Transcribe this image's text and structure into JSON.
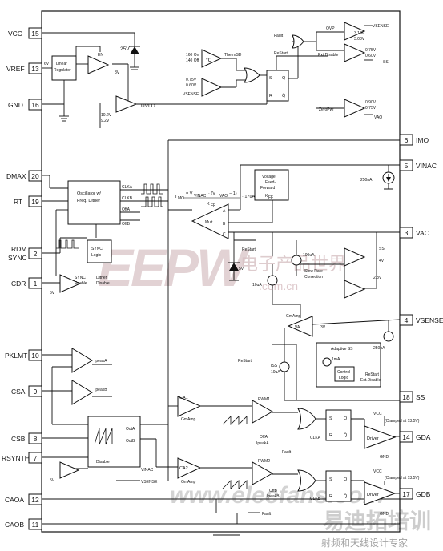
{
  "pins_left": [
    {
      "name": "VCC",
      "num": "15"
    },
    {
      "name": "VREF",
      "num": "13"
    },
    {
      "name": "GND",
      "num": "16"
    },
    {
      "name": "DMAX",
      "num": "20"
    },
    {
      "name": "RT",
      "num": "19"
    },
    {
      "name": "RDM",
      "num": "2"
    },
    {
      "name": "SYNC",
      "num": ""
    },
    {
      "name": "CDR",
      "num": "1"
    },
    {
      "name": "PKLMT",
      "num": "10"
    },
    {
      "name": "CSA",
      "num": "9"
    },
    {
      "name": "CSB",
      "num": "8"
    },
    {
      "name": "RSYNTH",
      "num": "7"
    },
    {
      "name": "CAOA",
      "num": "12"
    },
    {
      "name": "CAOB",
      "num": "11"
    }
  ],
  "pins_right": [
    {
      "name": "IMO",
      "num": "6"
    },
    {
      "name": "VINAC",
      "num": "5"
    },
    {
      "name": "VAO",
      "num": "3"
    },
    {
      "name": "VSENSE",
      "num": "4"
    },
    {
      "name": "SS",
      "num": "18"
    },
    {
      "name": "GDA",
      "num": "14"
    },
    {
      "name": "GDB",
      "num": "17"
    }
  ],
  "blocks": {
    "linear_regulator": [
      "Linear",
      "Regulator"
    ],
    "six_v": "6V",
    "en": "EN",
    "eight_v": "8V",
    "v25": "25V",
    "uvlo": "UVLO",
    "uvlo_th": [
      "10.2V",
      "9.2V"
    ],
    "thermal_th": [
      "160 On",
      "140 Off"
    ],
    "deg_c": "°C",
    "thermsd": "ThermSD",
    "ovp_low_th": [
      "0.75V",
      "0.60V"
    ],
    "vsense_small": "VSENSE",
    "sr_labels": [
      "S",
      "Q",
      "R",
      "Q̄"
    ],
    "fault": "Fault",
    "restart": "ReStart",
    "ovp": "OVP",
    "ovp_th": [
      "3.18V",
      "3.08V"
    ],
    "extdis": "Ext.Disable",
    "extdis_th": [
      "0.75V",
      "0.60V"
    ],
    "ss_small": "SS",
    "zeropwr": "ZeroPwr",
    "zeropwr_th": [
      "0.90V",
      "0.75V"
    ],
    "vao_small": "VAO",
    "voltage_ff": [
      "Voltage",
      "Feed-",
      "Forward"
    ],
    "kff": "K",
    "kff_sub": "FF",
    "imo_formula": "I",
    "imo_formula_rest": "= V",
    "imo_formula_b": "· (V",
    "imo_formula_c": "− 1)",
    "imo_formula_d": "· 17uA",
    "imo_sub": "MO",
    "formula_vinac": "VINAC",
    "formula_vao": "VAO",
    "formula_den": "K",
    "formula_den_sub": "FF",
    "mult": "Mult",
    "mult_inputs": [
      "A",
      "B",
      "C"
    ],
    "i250": "250nA",
    "oscillator": [
      "Oscillator w/",
      "Freq. Dither"
    ],
    "clka": "CLKA",
    "clkb": "CLKB",
    "offa": "OffA",
    "offb": "OffB",
    "sync_logic": [
      "SYNC",
      "Logic"
    ],
    "sync_enable": [
      "SYNC",
      "Enable"
    ],
    "dither_disable": [
      "Dither",
      "Disable"
    ],
    "five_v": "5V",
    "restart2": "ReStart",
    "i100": "100uA",
    "slew": [
      "Slew Rate",
      "Correction"
    ],
    "ss_ref": "SS",
    "four_v": "4V",
    "v28": "2.8V",
    "i10": "10uA",
    "v5_zener": "5V",
    "gmamp": "GmAmp",
    "va": "VA",
    "three_v": "3V",
    "i250b": "250nA",
    "adaptive_ss": "Adaptive SS",
    "restart3": "ReStart",
    "iss": "ISS",
    "iss_val": "10uA",
    "one_ma": "1mA",
    "control_logic": [
      "Control",
      "Logic"
    ],
    "restart_ext": [
      "ReStart",
      "Ext.Disable"
    ],
    "ipeaka": "IpeakA",
    "ipeakb": "IpeakB",
    "outa": "OutA",
    "outb": "OutB",
    "disable": "Disable",
    "vinac_small": "VINAC",
    "vsense_small2": "VSENSE",
    "ca1": "CA1",
    "ca2": "CA2",
    "gmamp_small": "GmAmp",
    "pwm1": "PWM1",
    "pwm2": "PWM2",
    "offa_small": "OffA",
    "ipeaka_small": "IpeakA",
    "offb_small": "OffB",
    "ipeakb_small": "IpeakB",
    "fault_small": "Fault",
    "clka_small": "CLKA",
    "clkb_small": "CLKB",
    "vcc_a": "VCC",
    "vcc_b": "VCC",
    "clamp_a": "(Clamped at 13.5V)",
    "clamp_b": "(Clamped at 13.5V)",
    "driver": "Driver",
    "gnd_a": "GND",
    "gnd_b": "GND",
    "fault_b": "Fault",
    "five_v_b": "5V"
  },
  "watermarks": {
    "eepw": "EEPW",
    "cn": "电子产品世界",
    "com": ".com.cn",
    "elecfans": "www.elecfans.com",
    "yidian": "易迪拓培训",
    "rf": "射频和天线设计专家"
  }
}
